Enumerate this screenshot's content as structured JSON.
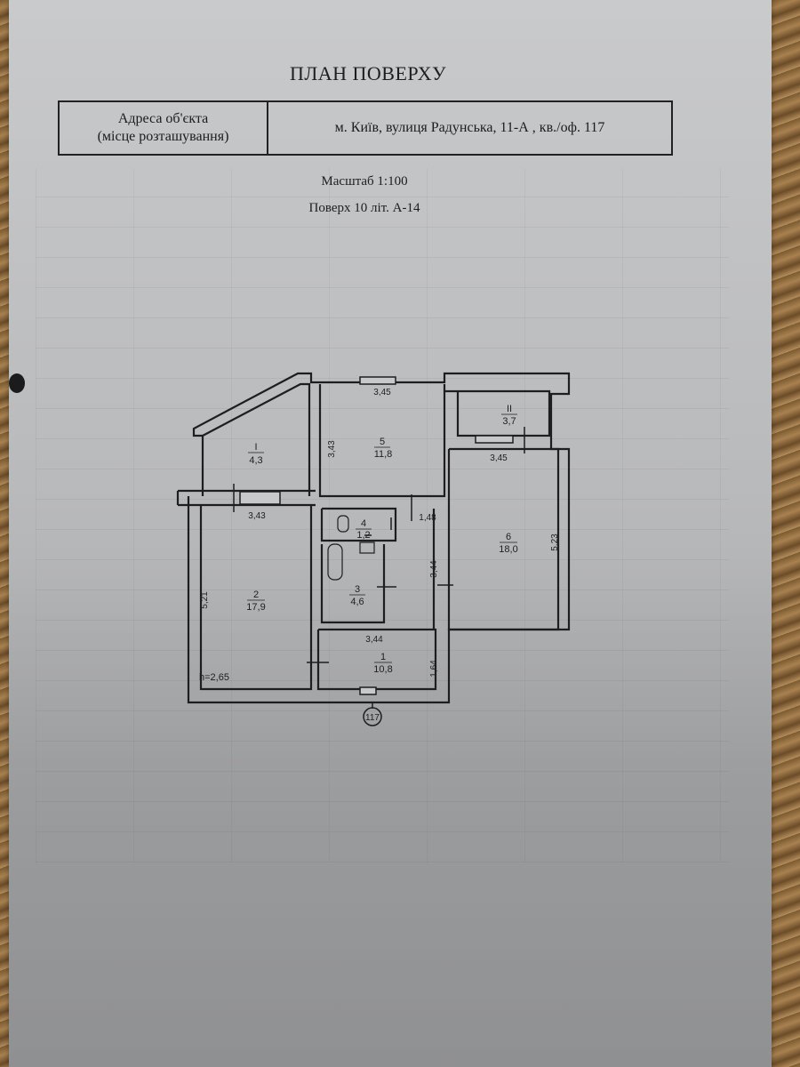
{
  "document": {
    "title": "ПЛАН ПОВЕРХУ",
    "address_label_line1": "Адреса об'єкта",
    "address_label_line2": "(місце розташування)",
    "address_value": "м. Київ, вулиця Радунська, 11-А , кв./оф. 117",
    "scale": "Масштаб 1:100",
    "floor": "Поверх 10 літ. А-14"
  },
  "plan": {
    "rooms": [
      {
        "number": "1",
        "area": "10,8"
      },
      {
        "number": "2",
        "area": "17,9"
      },
      {
        "number": "3",
        "area": "4,6"
      },
      {
        "number": "4",
        "area": "1,2"
      },
      {
        "number": "5",
        "area": "11,8"
      },
      {
        "number": "6",
        "area": "18,0"
      },
      {
        "number": "I",
        "area": "4,3"
      },
      {
        "number": "II",
        "area": "3,7"
      }
    ],
    "dimensions": {
      "room5_top": "3,45",
      "room5_left": "3,43",
      "room2_top": "3,43",
      "room2_left": "5,21",
      "room6_top": "3,45",
      "room6_right": "5,23",
      "room4_right": "1,48",
      "corridor_right": "3,44",
      "room1_top": "3,44",
      "room1_right": "1,64"
    },
    "ceiling_height": "h=2,65",
    "apartment_marker": "117"
  },
  "colors": {
    "paper": "#c4c5c7",
    "ink": "#1e1e1e"
  }
}
